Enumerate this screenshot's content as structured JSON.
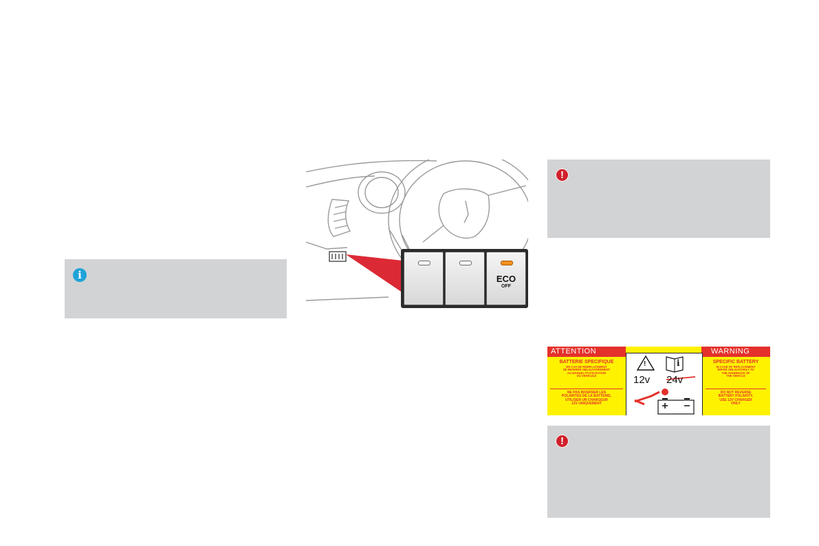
{
  "figure": {
    "switch_eco_label": "ECO",
    "switch_off_label": "OFF"
  },
  "battery_label": {
    "left_header": "ATTENTION",
    "right_header": "WARNING",
    "left_title": "BATTERIE SPECIFIQUE",
    "left_body_1": "EN CAS DE REMPLACEMENT\nSE REFERER OBLIGATOIREMENT\nAU MANUEL D'UTILISATION\nDU VEHICULE",
    "left_body_2": "NE PAS INVERSER LES\nPOLARITES DE LA BATTERIE,\nUTILISER UN CHARGEUR\n12V UNIQUEMENT",
    "right_title": "SPECIFIC BATTERY",
    "right_body_1": "IN CASE OF REPLACEMENT\nREFER OBLIGATORILY TO\nTHE HANDBOOK OF\nTHE VEHICLE",
    "right_body_2": "DO NOT REVERSE\nBATTERY POLARITY,\nUSE 12V CHARGER\nONLY",
    "voltage_ok": "12v",
    "voltage_crossed": "24v",
    "info_glyph": "i",
    "caution_glyph": "!"
  },
  "colors": {
    "note_box": "#d2d3d5",
    "info_icon": "#1fa3d8",
    "warning_icon": "#d0202b",
    "label_yellow": "#fff200",
    "label_red": "#e4312b",
    "eco_led": "#f2901e"
  },
  "icons": {
    "info": "info-icon",
    "warning": "exclamation-icon"
  }
}
